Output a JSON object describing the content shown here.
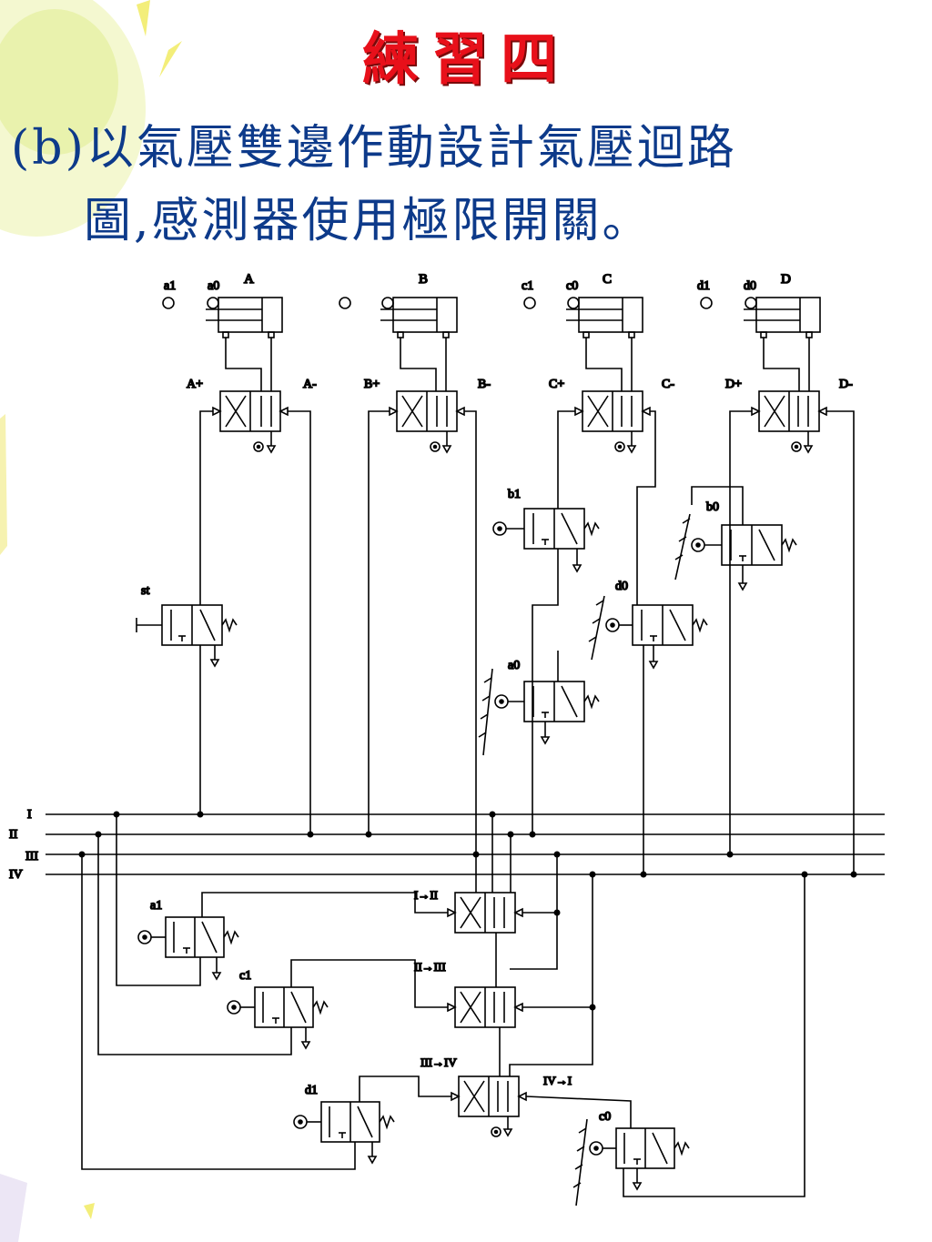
{
  "slide": {
    "title": "練習四",
    "text_line1": "(b)以氣壓雙邊作動設計氣壓迴路",
    "text_line2": "圖,感測器使用極限開關。"
  },
  "diagram": {
    "cylinders": [
      {
        "name": "A",
        "sensor_retracted": "a0",
        "sensor_extended": "a1",
        "valve_plus": "A+",
        "valve_minus": "A-"
      },
      {
        "name": "B",
        "sensor_retracted": "",
        "sensor_extended": "",
        "valve_plus": "B+",
        "valve_minus": "B-"
      },
      {
        "name": "C",
        "sensor_retracted": "c0",
        "sensor_extended": "c1",
        "valve_plus": "C+",
        "valve_minus": "C-"
      },
      {
        "name": "D",
        "sensor_retracted": "d0",
        "sensor_extended": "d1",
        "valve_plus": "D+",
        "valve_minus": "D-"
      }
    ],
    "signal_valves": [
      "st",
      "b1",
      "b0",
      "d0",
      "a0"
    ],
    "lines": [
      "I",
      "II",
      "III",
      "IV"
    ],
    "cascade_valves": [
      "a1",
      "c1",
      "d1",
      "c0"
    ],
    "memory_labels": [
      "I→II",
      "II→III",
      "III→IV",
      "IV→I"
    ]
  }
}
